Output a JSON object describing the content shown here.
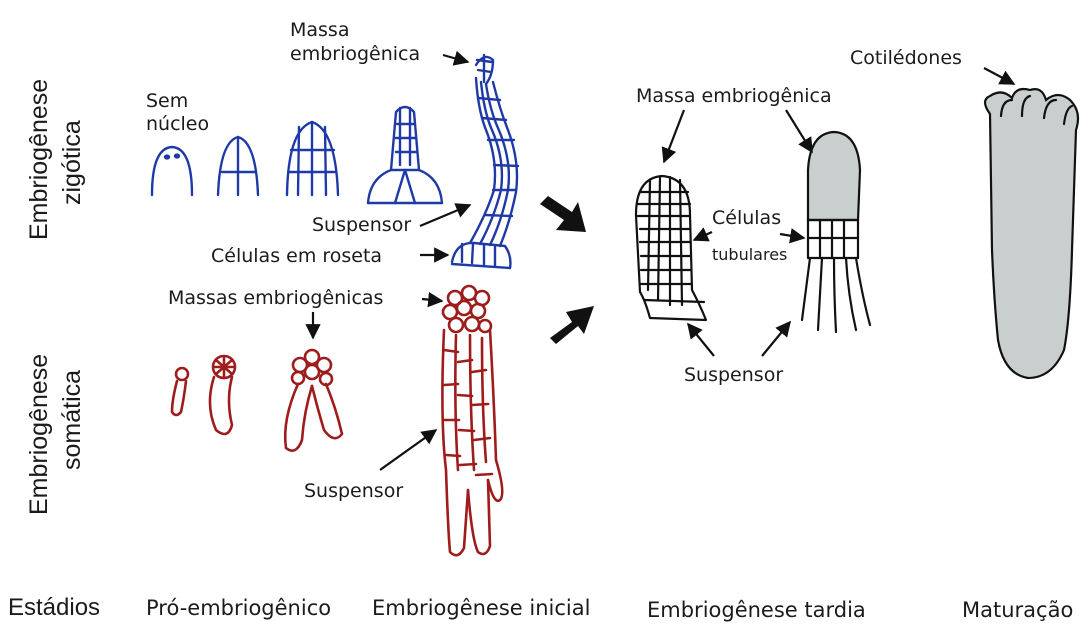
{
  "rows": {
    "zygotic": [
      "Embriogênese",
      "zigótica"
    ],
    "somatic": [
      "Embriogênese",
      "somática"
    ]
  },
  "labels": {
    "sem_nucleo": [
      "Sem",
      "núcleo"
    ],
    "massa_embriogenica_top": [
      "Massa",
      "embriogênica"
    ],
    "suspensor_zygotic": "Suspensor",
    "celulas_roseta": "Células em roseta",
    "massas_embriogenicas": "Massas embriogênicas",
    "suspensor_somatic": "Suspensor",
    "massa_embriogenica_mid": "Massa embriogênica",
    "celulas": "Células",
    "tubulares": "tubulares",
    "suspensor_late": "Suspensor",
    "cotiledones": "Cotilédones"
  },
  "stages": {
    "title": "Estádios",
    "items": [
      "Pró-embriogênico",
      "Embriogênese inicial",
      "Embriogênese tardia",
      "Maturação"
    ]
  },
  "colors": {
    "zygotic": "#1f3aa6",
    "somatic": "#9e1c1c",
    "late": "#111111",
    "fill_gray": "#c9cfcf"
  }
}
